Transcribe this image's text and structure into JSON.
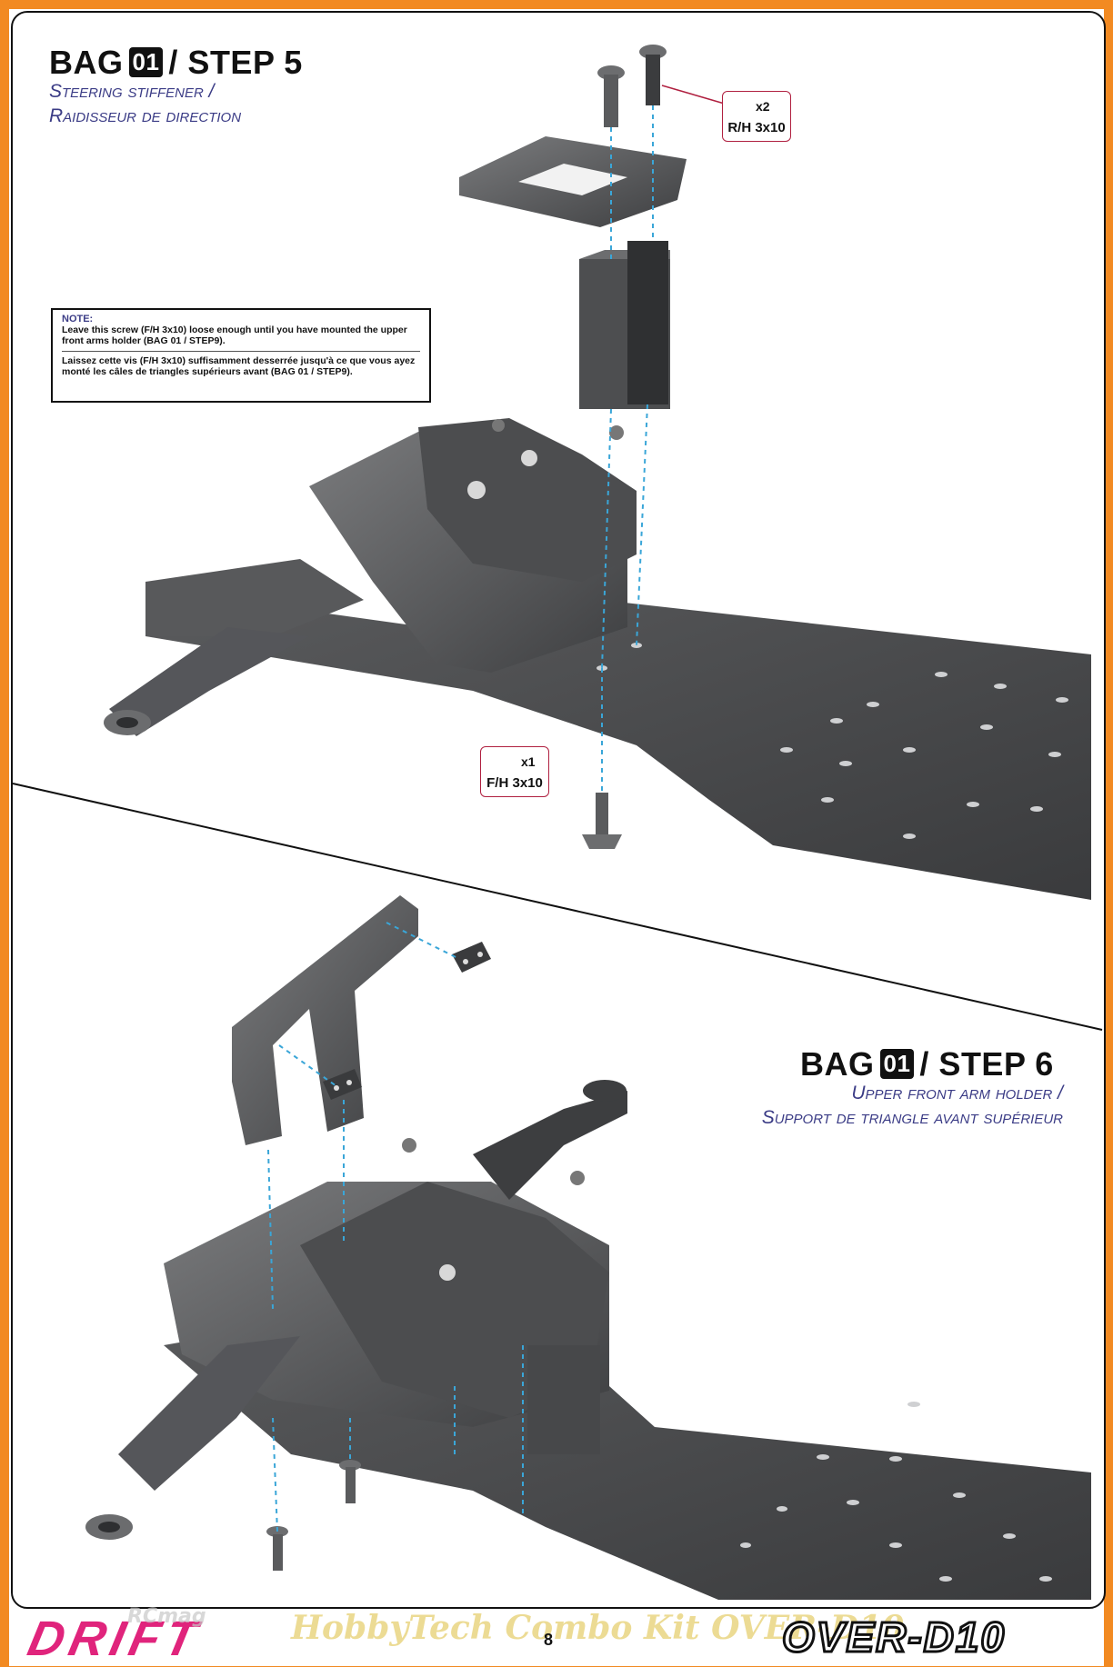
{
  "step5": {
    "bag_prefix": "BAG",
    "bag_number": "01",
    "step_label": "/ STEP 5",
    "subtitle_en": "Steering stiffener /",
    "subtitle_fr": "Raidisseur de direction",
    "callout_top": {
      "qty": "x2",
      "screw": "R/H 3x10"
    },
    "callout_bottom": {
      "qty": "x1",
      "screw": "F/H 3x10"
    }
  },
  "note": {
    "title": "NOTE:",
    "text_en": "Leave this screw (F/H 3x10) loose enough until you have mounted the upper front arms holder (BAG 01 / STEP9).",
    "text_fr": "Laissez cette vis (F/H 3x10) suffisamment desserrée jusqu'à ce que vous ayez monté les câles de triangles supérieurs avant (BAG 01 / STEP9)."
  },
  "step6": {
    "bag_prefix": "BAG",
    "bag_number": "01",
    "step_label": "/ STEP 6",
    "subtitle_en": "Upper front arm holder /",
    "subtitle_fr": "Support de triangle avant supérieur"
  },
  "footer": {
    "logo_left": "DRIFT",
    "watermark_small": "RCmag",
    "watermark": "HobbyTech Combo Kit OVER-D10",
    "page_number": "8",
    "logo_right": "OVER-D10"
  },
  "colors": {
    "border_orange": "#f28a22",
    "subtitle_blue": "#3b3c86",
    "callout_red": "#b02040",
    "drift_pink": "#e0247c",
    "guide_blue": "#3aa6d8"
  }
}
